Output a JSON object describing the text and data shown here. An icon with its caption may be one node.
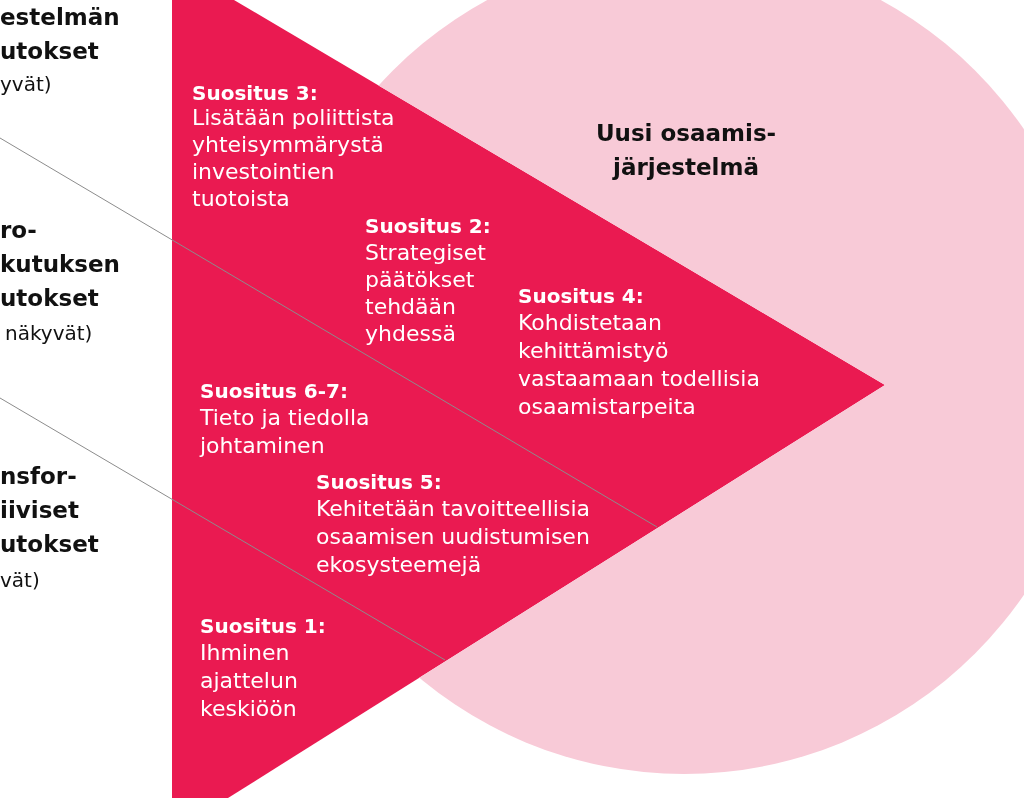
{
  "diagram": {
    "nodes": [
      {
        "text": [
          "Suositus 3:",
          "Lisätään poliittista yhteisymmärystä investointien tuotoista",
          "Suositus 2:",
          "Strategiset päätökset tehdään yhdessä",
          "Suositus 4:",
          "Kohdistetaan kehittämistyö vastaamaan todellisia osaamistarpeita",
          "Suositus 6-7:",
          "Tieto ja tiedolla johtaminen",
          "Suositus 5:",
          "Kehitetään tavoitteellisia osaamisen uudistumisen ekosysteemejä",
          "Suositus 1:",
          "Ihminen ajattelun keskiöön"
        ]
      },
      {
        "text": [
          "Uusi osaamis- järjestelmä"
        ]
      }
    ],
    "labels": [
      "estelmän utokset",
      "yvät)",
      "ro- kutuksen utokset",
      "näkyvät)",
      "nsfor- iiviset utokset",
      "vät)"
    ]
  }
}
